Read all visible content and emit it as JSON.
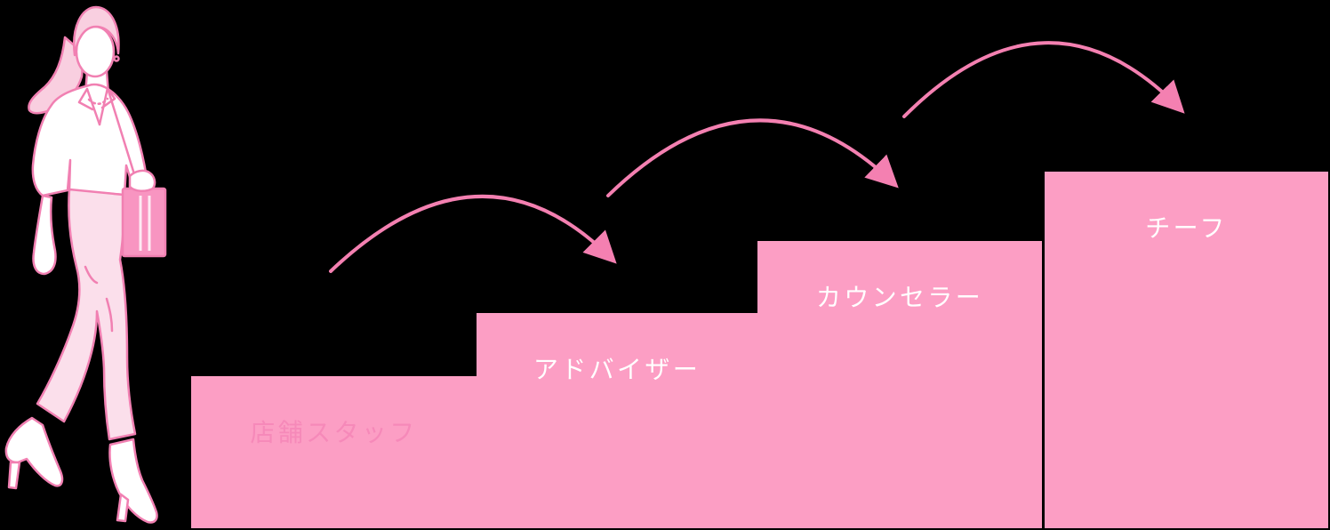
{
  "diagram": {
    "kind": "career-step-up-diagram",
    "steps": [
      {
        "label": "店舗スタッフ"
      },
      {
        "label": "アドバイザー"
      },
      {
        "label": "カウンセラー"
      },
      {
        "label": "チーフ"
      }
    ],
    "arrows": [
      {
        "name": "promotion-arrow-1",
        "from": "店舗スタッフ",
        "to": "アドバイザー"
      },
      {
        "name": "promotion-arrow-2",
        "from": "アドバイザー",
        "to": "カウンセラー"
      },
      {
        "name": "promotion-arrow-3",
        "from": "カウンセラー",
        "to": "チーフ"
      }
    ],
    "illustration": "walking-woman-with-bag"
  },
  "colors": {
    "background": "#000000",
    "step_fill": "#FC9EC4",
    "label": "#FFFFFF",
    "first_label": "#F689B9",
    "arrow": "#F480B1",
    "illustration_line": "#F180B2",
    "illustration_hair": "#F9CFE0",
    "illustration_skin": "#FFFFFF",
    "illustration_pants": "#FBDFEB",
    "illustration_bag": "#F895C1"
  }
}
